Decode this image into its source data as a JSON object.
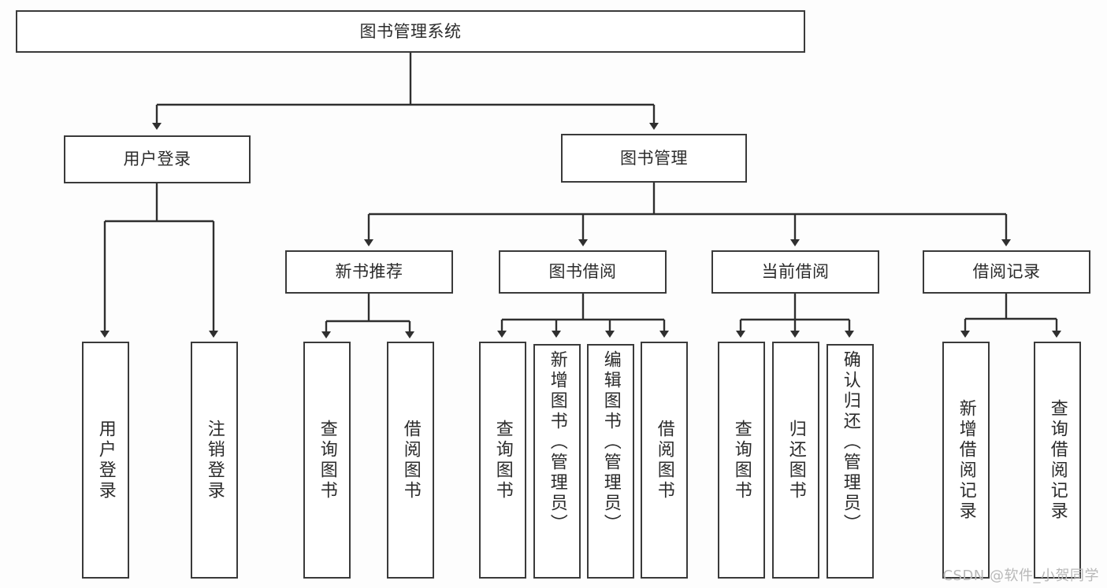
{
  "diagram": {
    "title": "图书管理系统",
    "watermark": "CSDN @软件_小贺同学",
    "type": "tree-hierarchy-functional-decomposition",
    "colors": {
      "background": "#fdfdfd",
      "box_fill": "#ffffff",
      "box_border": "#3a3a3a",
      "connector": "#2f2f2f",
      "text": "#2b2b2b",
      "watermark": "#b8b8b8"
    },
    "root": {
      "label": "图书管理系统",
      "level": 0
    },
    "level1": [
      {
        "label": "用户登录"
      },
      {
        "label": "图书管理"
      }
    ],
    "level2": [
      {
        "label": "新书推荐",
        "parent": "图书管理"
      },
      {
        "label": "图书借阅",
        "parent": "图书管理"
      },
      {
        "label": "当前借阅",
        "parent": "图书管理"
      },
      {
        "label": "借阅记录",
        "parent": "图书管理"
      }
    ],
    "leaves": {
      "user_login": [
        {
          "label": "用户登录"
        },
        {
          "label": "注销登录"
        }
      ],
      "new_book_recommend": [
        {
          "label": "查询图书"
        },
        {
          "label": "借阅图书"
        }
      ],
      "book_borrow": [
        {
          "label": "查询图书"
        },
        {
          "label": "新增图书（管理员）"
        },
        {
          "label": "编辑图书（管理员）"
        },
        {
          "label": "借阅图书"
        }
      ],
      "current_borrow": [
        {
          "label": "查询图书"
        },
        {
          "label": "归还图书"
        },
        {
          "label": "确认归还（管理员）"
        }
      ],
      "borrow_records": [
        {
          "label": "新增借阅记录"
        },
        {
          "label": "查询借阅记录"
        }
      ]
    }
  }
}
